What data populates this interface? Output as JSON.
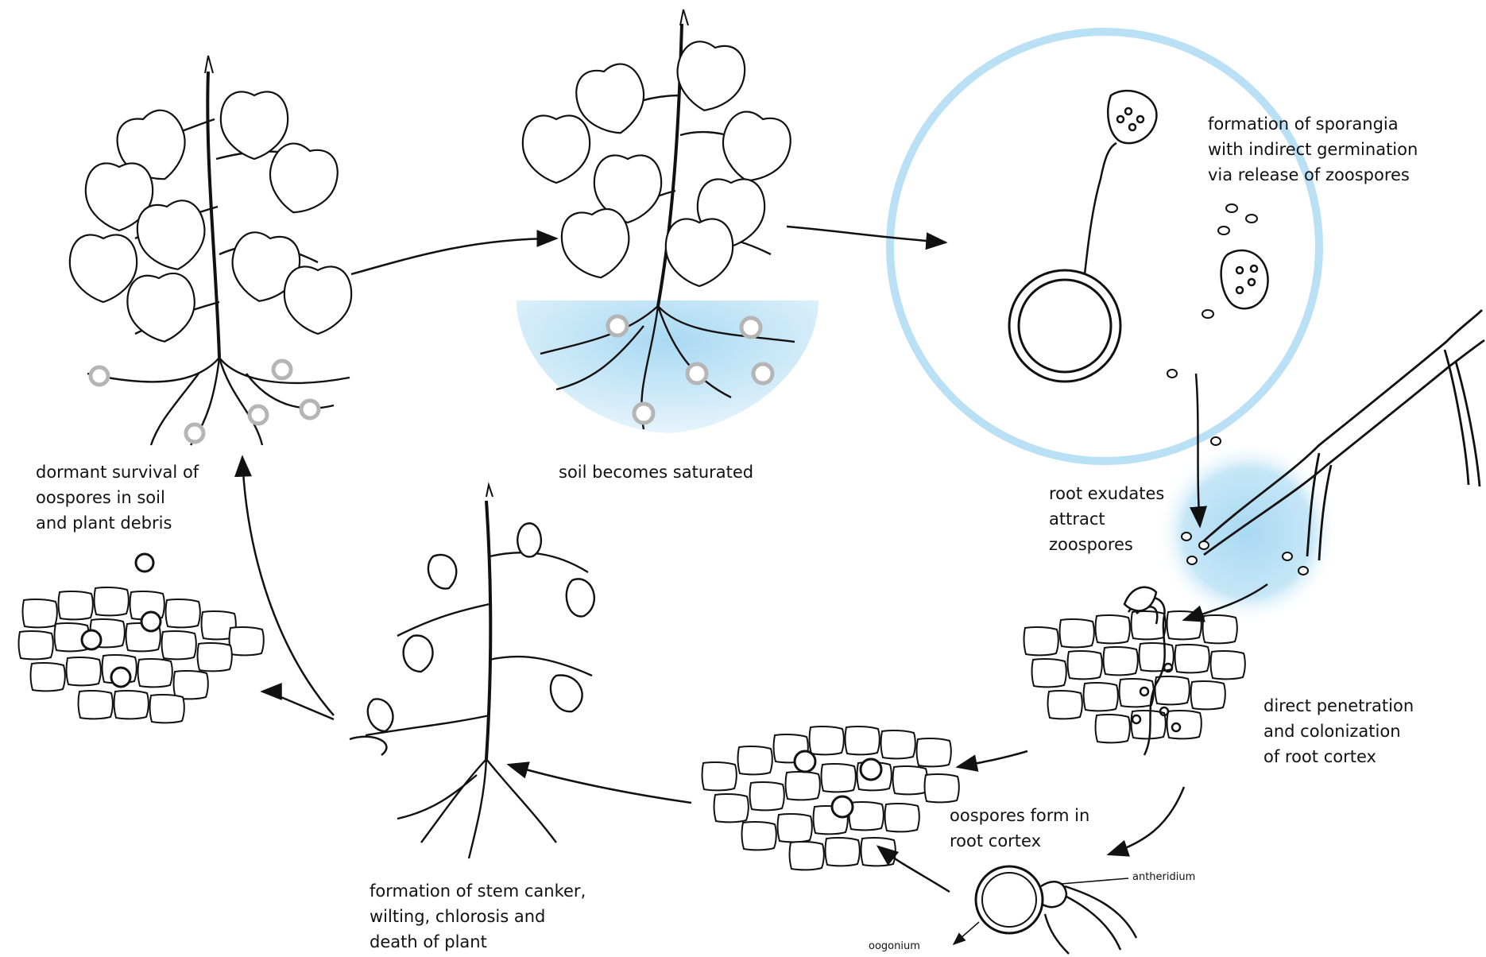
{
  "colors": {
    "ink": "#111111",
    "water": "#a9d9f2",
    "ring": "#b9e0f5",
    "spore_grey": "#b5b5b5"
  },
  "labels": {
    "dormant": "dormant survival of\noospores in soil\nand plant debris",
    "saturated": "soil becomes saturated",
    "sporangia": "formation of sporangia\nwith indirect germination\nvia release of zoospores",
    "exudates": "root exudates\nattract\nzoospores",
    "penetration": "direct penetration\nand colonization\nof root cortex",
    "oospores_form": "oospores form in\nroot cortex",
    "antheridium": "antheridium",
    "oogonium": "oogonium",
    "canker": "formation of stem canker,\nwilting, chlorosis and\ndeath of plant"
  },
  "icons": [
    "healthy-plant-icon",
    "plant-in-saturated-soil-icon",
    "sporangium-icon",
    "root-icon",
    "root-cortex-cells-icon",
    "oospore-icon",
    "wilted-plant-icon",
    "soil-debris-icon"
  ]
}
